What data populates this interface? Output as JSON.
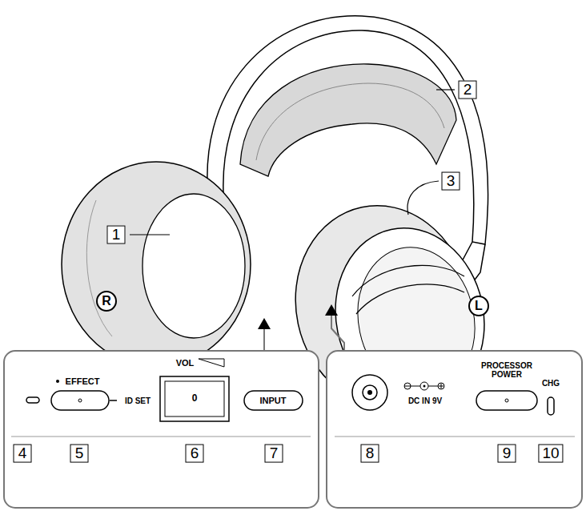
{
  "diagram": {
    "labels": [
      "1",
      "2",
      "3",
      "R",
      "L",
      "EFFECT",
      "ID SET",
      "VOL",
      "0",
      "INPUT",
      "4",
      "5",
      "6",
      "7",
      "DC IN 9V",
      "PROCESSOR POWER",
      "CHG",
      "8",
      "9",
      "10"
    ]
  }
}
